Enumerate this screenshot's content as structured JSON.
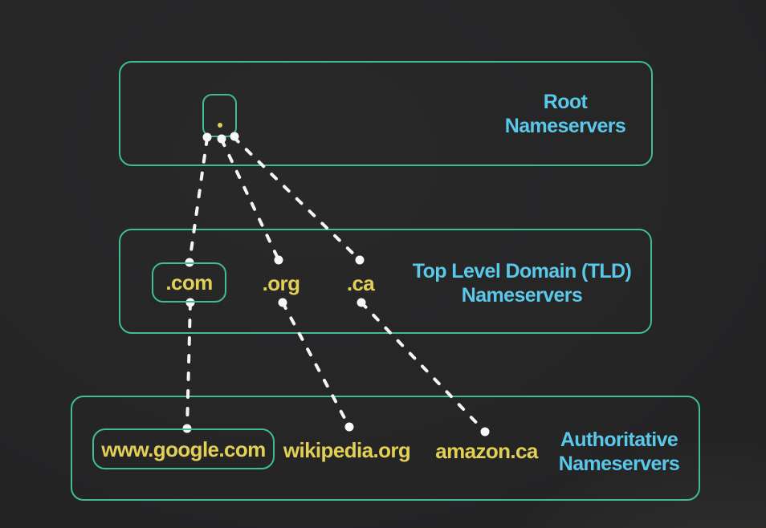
{
  "diagram": {
    "title_semantic": "DNS resolution hierarchy",
    "colors": {
      "background": "#252526",
      "box_border": "#41bd90",
      "tier_label_text": "#5ac8e9",
      "domain_label_text": "#e2cf55",
      "connector": "#f5f5f5"
    },
    "tiers": [
      {
        "id": "root",
        "label_lines": [
          "Root",
          "Nameservers"
        ],
        "nodes": [
          {
            "text": "."
          }
        ]
      },
      {
        "id": "tld",
        "label_lines": [
          "Top Level Domain (TLD)",
          "Nameservers"
        ],
        "nodes": [
          {
            "text": ".com"
          },
          {
            "text": ".org"
          },
          {
            "text": ".ca"
          }
        ]
      },
      {
        "id": "authoritative",
        "label_lines": [
          "Authoritative",
          "Nameservers"
        ],
        "nodes": [
          {
            "text": "www.google.com"
          },
          {
            "text": "wikipedia.org"
          },
          {
            "text": "amazon.ca"
          }
        ]
      }
    ],
    "connections": [
      {
        "from": "root-dot",
        "to": ".com"
      },
      {
        "from": "root-dot",
        "to": ".org"
      },
      {
        "from": "root-dot",
        "to": ".ca"
      },
      {
        "from": ".com",
        "to": "www.google.com"
      },
      {
        "from": ".org",
        "to": "wikipedia.org"
      },
      {
        "from": ".ca",
        "to": "amazon.ca"
      }
    ]
  }
}
